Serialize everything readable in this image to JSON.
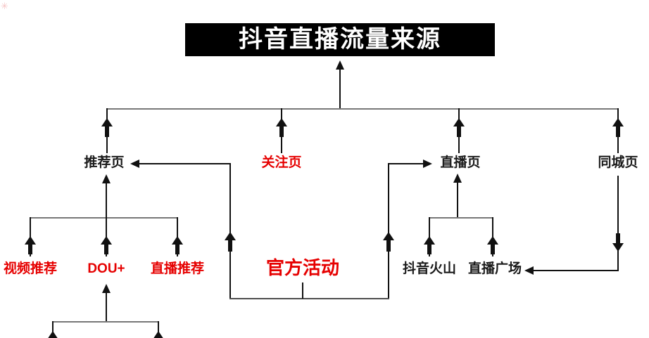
{
  "diagram": {
    "title": "抖音直播流量来源",
    "level1": {
      "recommend": "推荐页",
      "follow": "关注页",
      "live": "直播页",
      "city": "同城页"
    },
    "recommend_children": {
      "video_recommend": "视频推荐",
      "dou_plus": "DOU+",
      "live_recommend": "直播推荐"
    },
    "official_activity": "官方活动",
    "live_children": {
      "douyin_volcano": "抖音火山",
      "live_plaza": "直播广场"
    },
    "corner_mark_glyph": "✳",
    "colors": {
      "title_bg": "#000000",
      "title_text": "#ffffff",
      "highlight_red": "#e60000",
      "node_text": "#1a1a1a",
      "connector_gray": "#777777",
      "connector_black": "#111111"
    }
  }
}
